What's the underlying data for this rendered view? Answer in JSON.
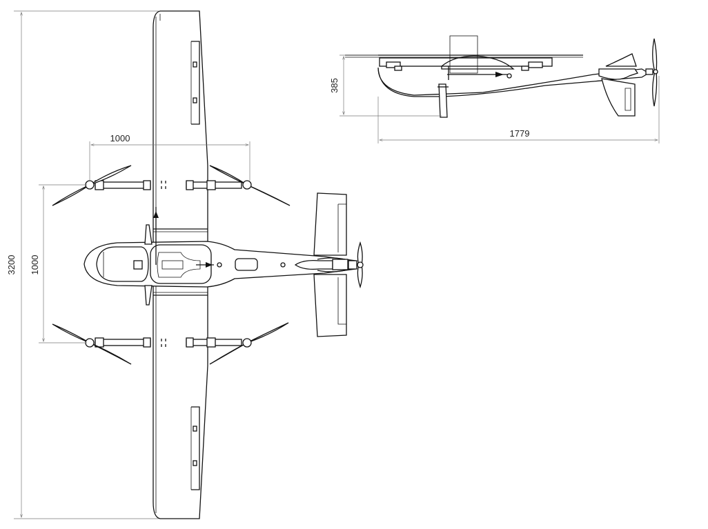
{
  "drawing": {
    "dimensions": {
      "wingspan": "3200",
      "rotor_spacing_lateral": "1000",
      "rotor_spacing_longitudinal": "1000",
      "side_height": "385",
      "side_length": "1779"
    },
    "colors": {
      "line": "#111111",
      "dimension_line": "#777777",
      "background": "#ffffff"
    }
  }
}
